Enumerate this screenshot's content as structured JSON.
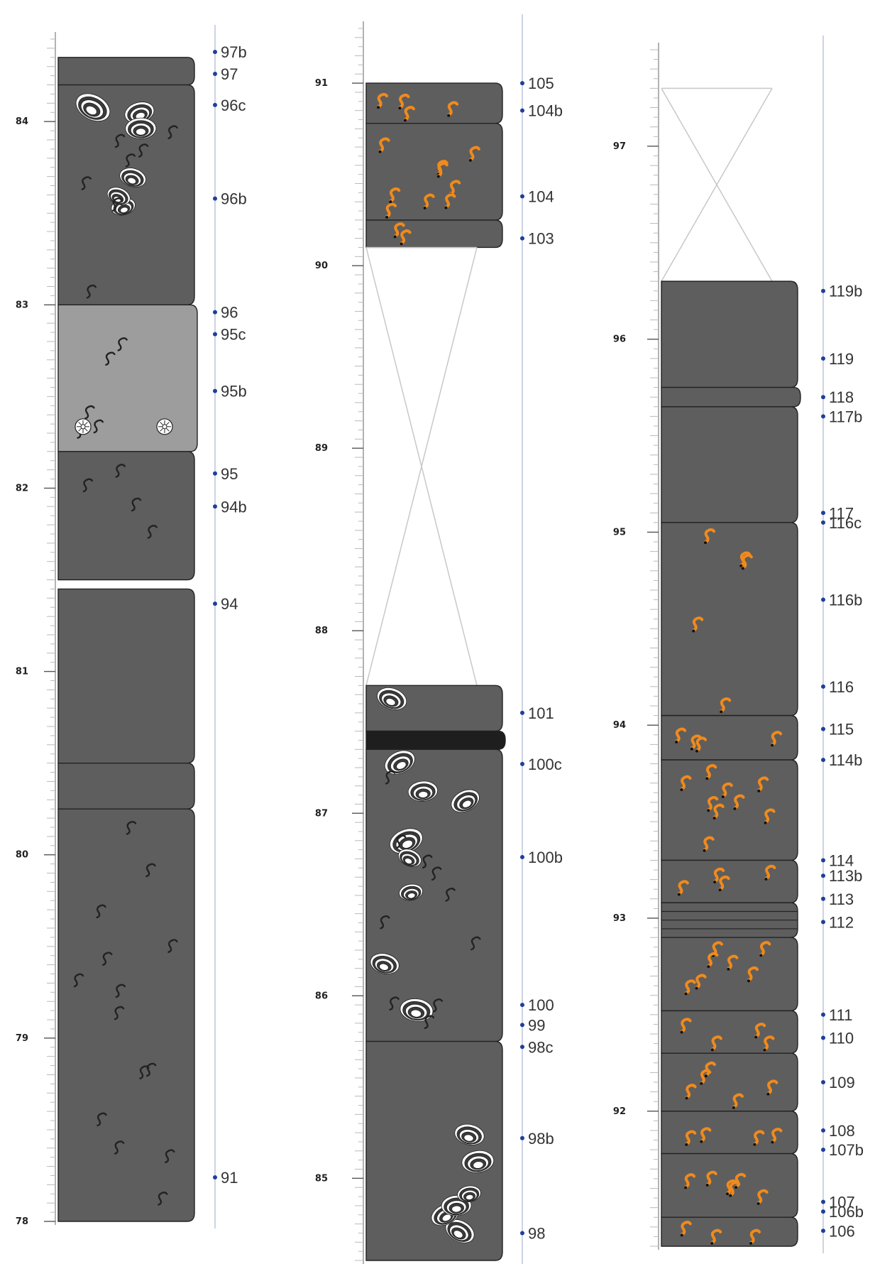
{
  "title": "",
  "colors": {
    "dark_bed": "#5e5e5e",
    "light_bed": "#9d9d9d",
    "black_bed": "#1e1e1e",
    "outline": "#222222",
    "sample_dot": "#1f3f99",
    "ruler": "#bcc6dc",
    "worm_orange": "#f08a1c",
    "cover_lines": "#c8c8c8"
  },
  "columns": [
    {
      "id": "col1",
      "range": [
        78,
        84.45
      ],
      "depth_ticks": [
        "78",
        "79",
        "80",
        "81",
        "82",
        "83",
        "84"
      ],
      "beds": [
        {
          "from": 84.2,
          "to": 84.35,
          "fill": "dark_bed",
          "pattern": "none"
        },
        {
          "from": 83.0,
          "to": 84.2,
          "fill": "dark_bed",
          "pattern": "shells+burrows"
        },
        {
          "from": 82.2,
          "to": 83.0,
          "fill": "light_bed",
          "pattern": "burrows+crinoids"
        },
        {
          "from": 81.5,
          "to": 82.2,
          "fill": "dark_bed",
          "pattern": "burrows"
        },
        {
          "from": 80.5,
          "to": 81.45,
          "fill": "dark_bed",
          "pattern": "none"
        },
        {
          "from": 80.25,
          "to": 80.5,
          "fill": "dark_bed",
          "pattern": "none"
        },
        {
          "from": 78.0,
          "to": 80.25,
          "fill": "dark_bed",
          "pattern": "burrows"
        }
      ],
      "samples": [
        {
          "label": "97b",
          "depth": 84.38
        },
        {
          "label": "97",
          "depth": 84.26
        },
        {
          "label": "96c",
          "depth": 84.09
        },
        {
          "label": "96b",
          "depth": 83.58
        },
        {
          "label": "96",
          "depth": 82.96
        },
        {
          "label": "95c",
          "depth": 82.84
        },
        {
          "label": "95b",
          "depth": 82.53
        },
        {
          "label": "95",
          "depth": 82.08
        },
        {
          "label": "94b",
          "depth": 81.9
        },
        {
          "label": "94",
          "depth": 81.37
        },
        {
          "label": "91",
          "depth": 78.24
        }
      ]
    },
    {
      "id": "col2",
      "range": [
        84.55,
        91.3
      ],
      "depth_ticks": [
        "85",
        "86",
        "87",
        "88",
        "89",
        "90",
        "91"
      ],
      "beds": [
        {
          "from": 90.78,
          "to": 91.0,
          "fill": "dark_bed",
          "pattern": "orange-worms"
        },
        {
          "from": 90.25,
          "to": 90.78,
          "fill": "dark_bed",
          "pattern": "orange-worms"
        },
        {
          "from": 90.1,
          "to": 90.25,
          "fill": "dark_bed",
          "pattern": "orange-worms"
        },
        {
          "from": 87.7,
          "to": 90.1,
          "fill": "cover",
          "pattern": "covered"
        },
        {
          "from": 87.45,
          "to": 87.7,
          "fill": "dark_bed",
          "pattern": "shells"
        },
        {
          "from": 87.35,
          "to": 87.45,
          "fill": "black_bed",
          "pattern": "none"
        },
        {
          "from": 85.75,
          "to": 87.35,
          "fill": "dark_bed",
          "pattern": "shells+burrows"
        },
        {
          "from": 84.55,
          "to": 85.75,
          "fill": "dark_bed",
          "pattern": "shells"
        }
      ],
      "samples": [
        {
          "label": "105",
          "depth": 91.0
        },
        {
          "label": "104b",
          "depth": 90.85
        },
        {
          "label": "104",
          "depth": 90.38
        },
        {
          "label": "103",
          "depth": 90.15
        },
        {
          "label": "101",
          "depth": 87.55
        },
        {
          "label": "100c",
          "depth": 87.27
        },
        {
          "label": "100b",
          "depth": 86.76
        },
        {
          "label": "100",
          "depth": 85.95
        },
        {
          "label": "99",
          "depth": 85.84
        },
        {
          "label": "98c",
          "depth": 85.72
        },
        {
          "label": "98b",
          "depth": 85.22
        },
        {
          "label": "98",
          "depth": 84.7
        }
      ]
    },
    {
      "id": "col3",
      "range": [
        91.3,
        97.5
      ],
      "depth_ticks": [
        "92",
        "93",
        "94",
        "95",
        "96",
        "97"
      ],
      "beds": [
        {
          "from": 96.3,
          "to": 97.3,
          "fill": "cover",
          "pattern": "covered"
        },
        {
          "from": 95.75,
          "to": 96.3,
          "fill": "dark_bed",
          "pattern": "none"
        },
        {
          "from": 95.65,
          "to": 95.75,
          "fill": "dark_bed",
          "pattern": "none"
        },
        {
          "from": 95.05,
          "to": 95.65,
          "fill": "dark_bed",
          "pattern": "none"
        },
        {
          "from": 94.05,
          "to": 95.05,
          "fill": "dark_bed",
          "pattern": "orange-worms-sparse"
        },
        {
          "from": 93.82,
          "to": 94.05,
          "fill": "dark_bed",
          "pattern": "orange-worms"
        },
        {
          "from": 93.3,
          "to": 93.82,
          "fill": "dark_bed",
          "pattern": "orange-worms"
        },
        {
          "from": 93.08,
          "to": 93.3,
          "fill": "dark_bed",
          "pattern": "orange-worms"
        },
        {
          "from": 92.9,
          "to": 93.08,
          "fill": "dark_bed",
          "pattern": "thin-beds"
        },
        {
          "from": 92.52,
          "to": 92.9,
          "fill": "dark_bed",
          "pattern": "orange-worms"
        },
        {
          "from": 92.3,
          "to": 92.52,
          "fill": "dark_bed",
          "pattern": "orange-worms"
        },
        {
          "from": 92.0,
          "to": 92.3,
          "fill": "dark_bed",
          "pattern": "orange-worms"
        },
        {
          "from": 91.78,
          "to": 92.0,
          "fill": "dark_bed",
          "pattern": "orange-worms"
        },
        {
          "from": 91.45,
          "to": 91.78,
          "fill": "dark_bed",
          "pattern": "orange-worms"
        },
        {
          "from": 91.3,
          "to": 91.45,
          "fill": "dark_bed",
          "pattern": "orange-worms"
        }
      ],
      "samples": [
        {
          "label": "119b",
          "depth": 96.25
        },
        {
          "label": "119",
          "depth": 95.9
        },
        {
          "label": "118",
          "depth": 95.7
        },
        {
          "label": "117b",
          "depth": 95.6
        },
        {
          "label": "117",
          "depth": 95.1
        },
        {
          "label": "116c",
          "depth": 95.05
        },
        {
          "label": "116b",
          "depth": 94.65
        },
        {
          "label": "116",
          "depth": 94.2
        },
        {
          "label": "115",
          "depth": 93.98
        },
        {
          "label": "114b",
          "depth": 93.82
        },
        {
          "label": "114",
          "depth": 93.3
        },
        {
          "label": "113b",
          "depth": 93.22
        },
        {
          "label": "113",
          "depth": 93.1
        },
        {
          "label": "112",
          "depth": 92.98
        },
        {
          "label": "111",
          "depth": 92.5
        },
        {
          "label": "110",
          "depth": 92.38
        },
        {
          "label": "109",
          "depth": 92.15
        },
        {
          "label": "108",
          "depth": 91.9
        },
        {
          "label": "107b",
          "depth": 91.8
        },
        {
          "label": "107",
          "depth": 91.53
        },
        {
          "label": "106b",
          "depth": 91.48
        },
        {
          "label": "106",
          "depth": 91.38
        }
      ]
    }
  ]
}
